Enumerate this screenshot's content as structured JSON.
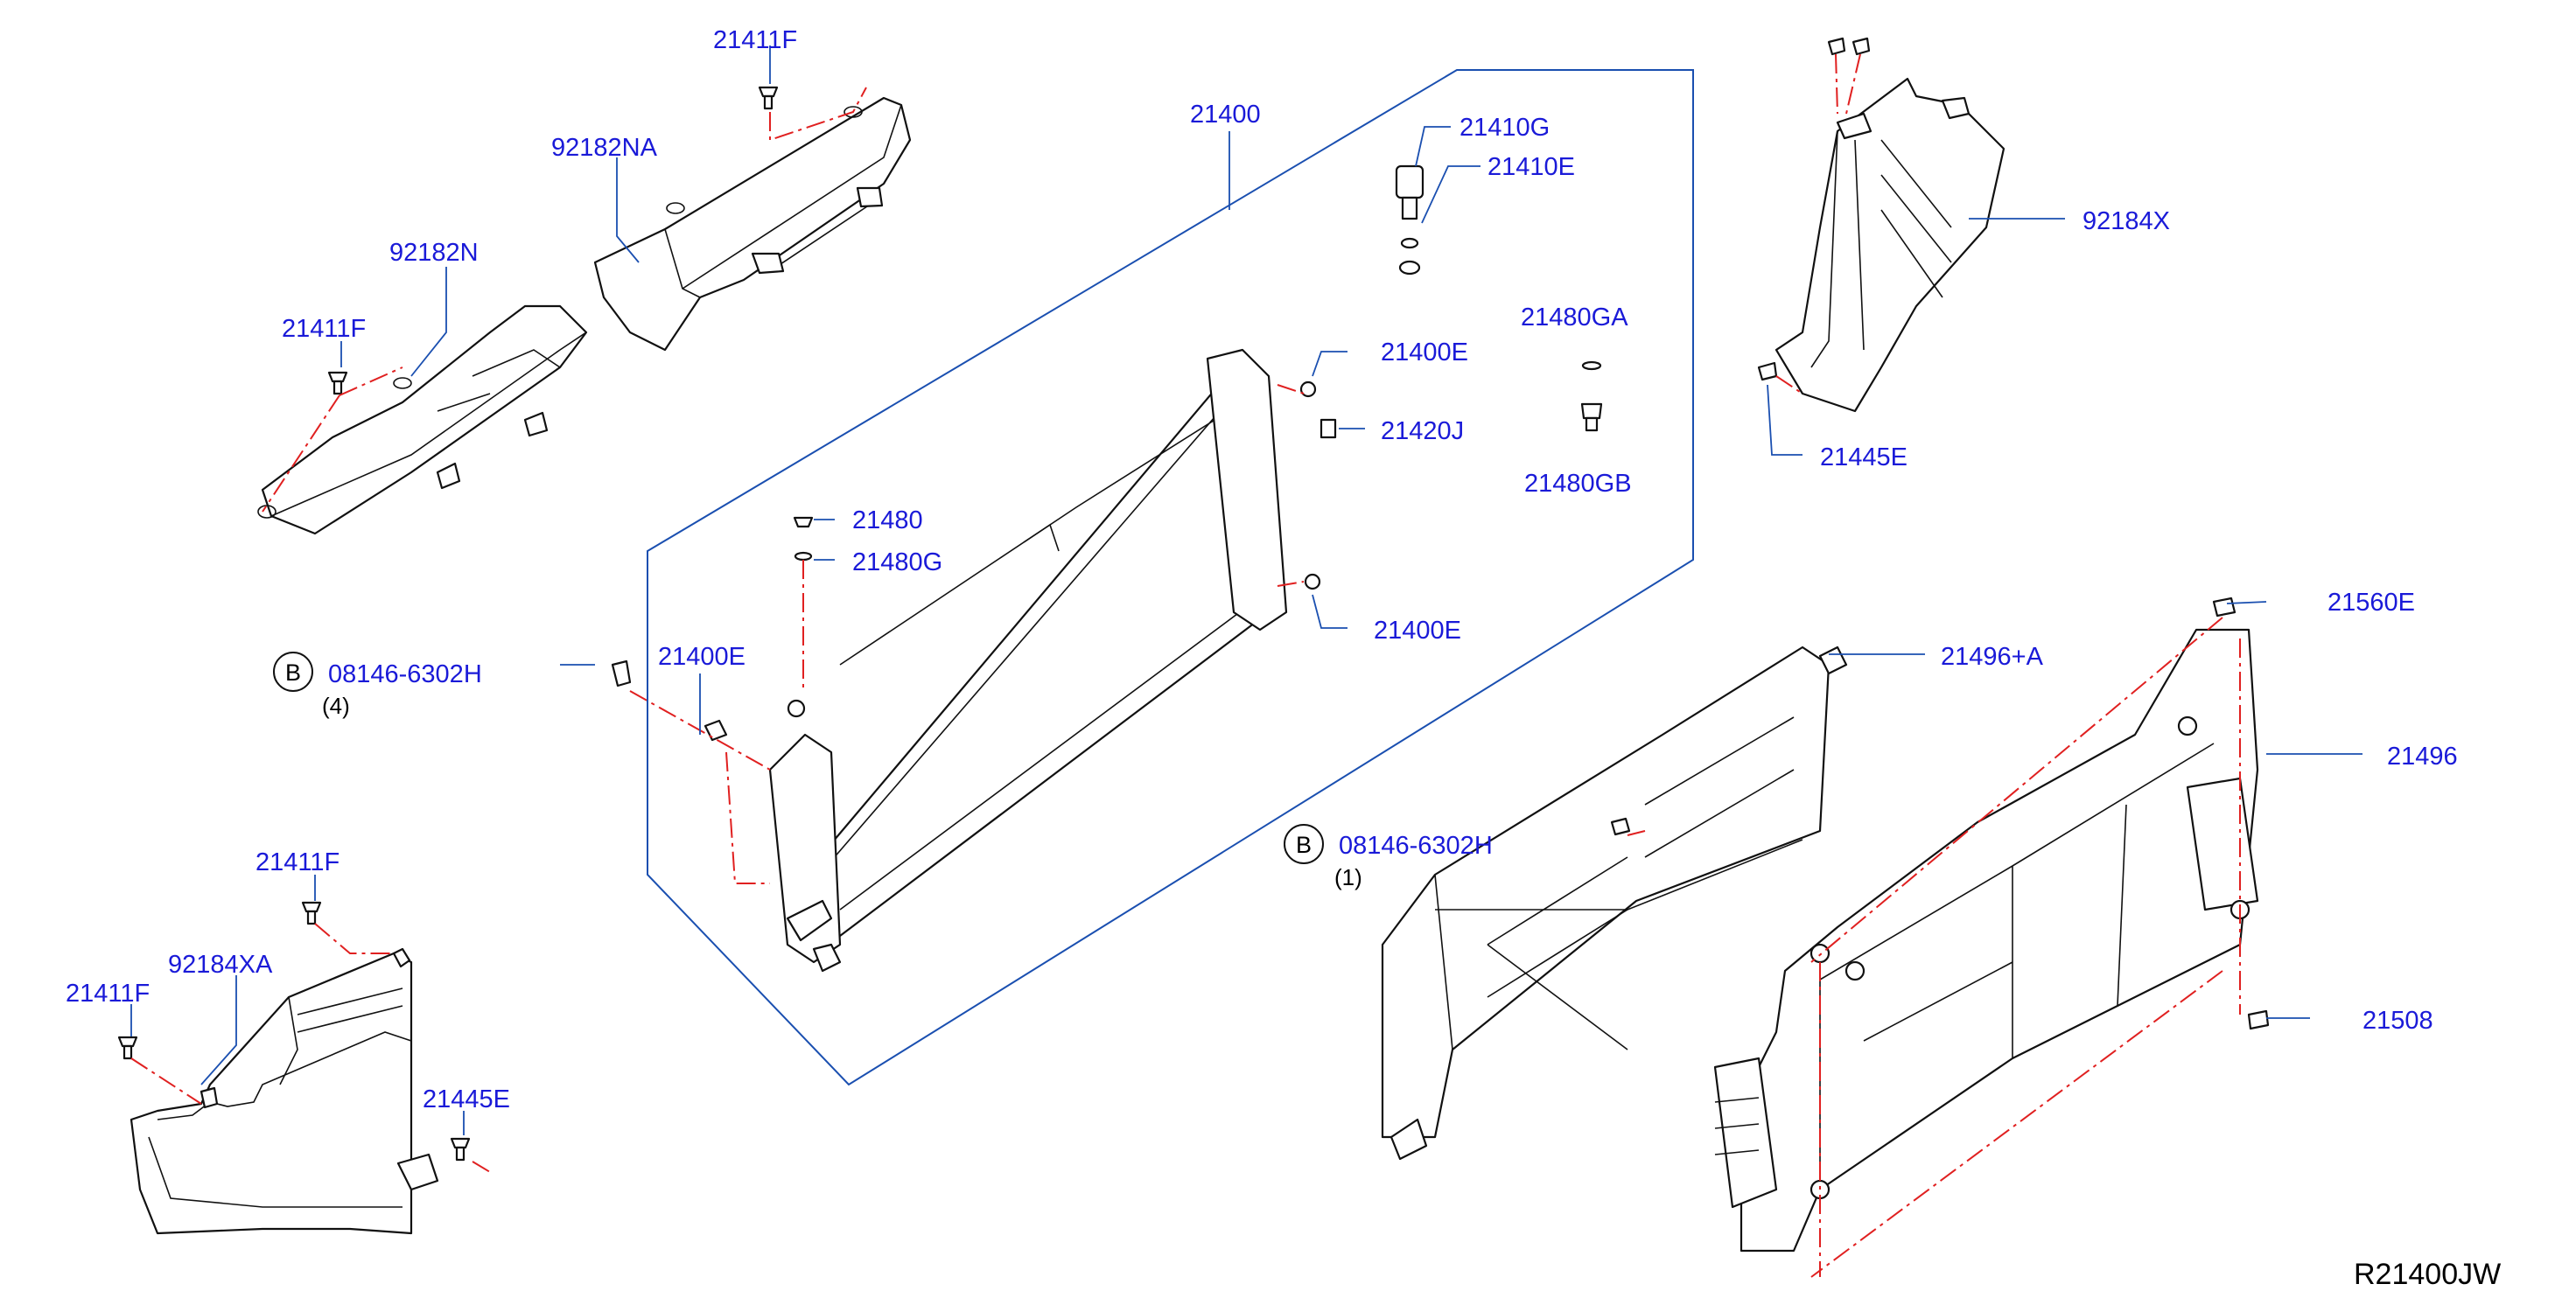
{
  "diagram": {
    "reference_code": "R21400JW",
    "bolt_symbol_letter": "B",
    "labels": {
      "p21411F_top": "21411F",
      "p92182NA": "92182NA",
      "p92182N": "92182N",
      "p21411F_left": "21411F",
      "p21400": "21400",
      "p21410G": "21410G",
      "p21410E": "21410E",
      "p21480GA": "21480GA",
      "p21400E_a": "21400E",
      "p21420J": "21420J",
      "p21480GB": "21480GB",
      "p21480": "21480",
      "p21480G": "21480G",
      "p21400E_b": "21400E",
      "p21400E_c": "21400E",
      "bolt_b_left": "08146-6302H",
      "bolt_b_left_qty": "(4)",
      "p92184X": "92184X",
      "p21445E_right": "21445E",
      "p21560E": "21560E",
      "p21496A": "21496+A",
      "p21496": "21496",
      "bolt_b_mid": "08146-6302H",
      "bolt_b_mid_qty": "(1)",
      "p21508": "21508",
      "p21411F_lower": "21411F",
      "p92184XA": "92184XA",
      "p21411F_lower_left": "21411F",
      "p21445E_left": "21445E"
    }
  }
}
